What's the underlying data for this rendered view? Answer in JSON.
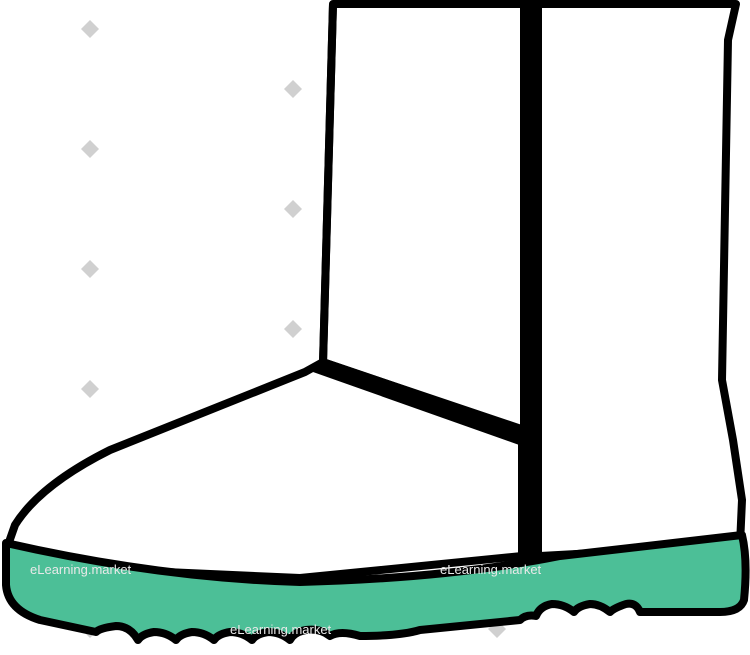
{
  "illustration": {
    "subject": "boot-icon",
    "colors": {
      "outline": "#000000",
      "upper_fill": "#ffffff",
      "sole_fill": "#4cbf97",
      "watermark": "#c8c8c8"
    }
  },
  "watermark": {
    "text": "eLearning.market",
    "short_text": "mark",
    "glyph": "e"
  }
}
